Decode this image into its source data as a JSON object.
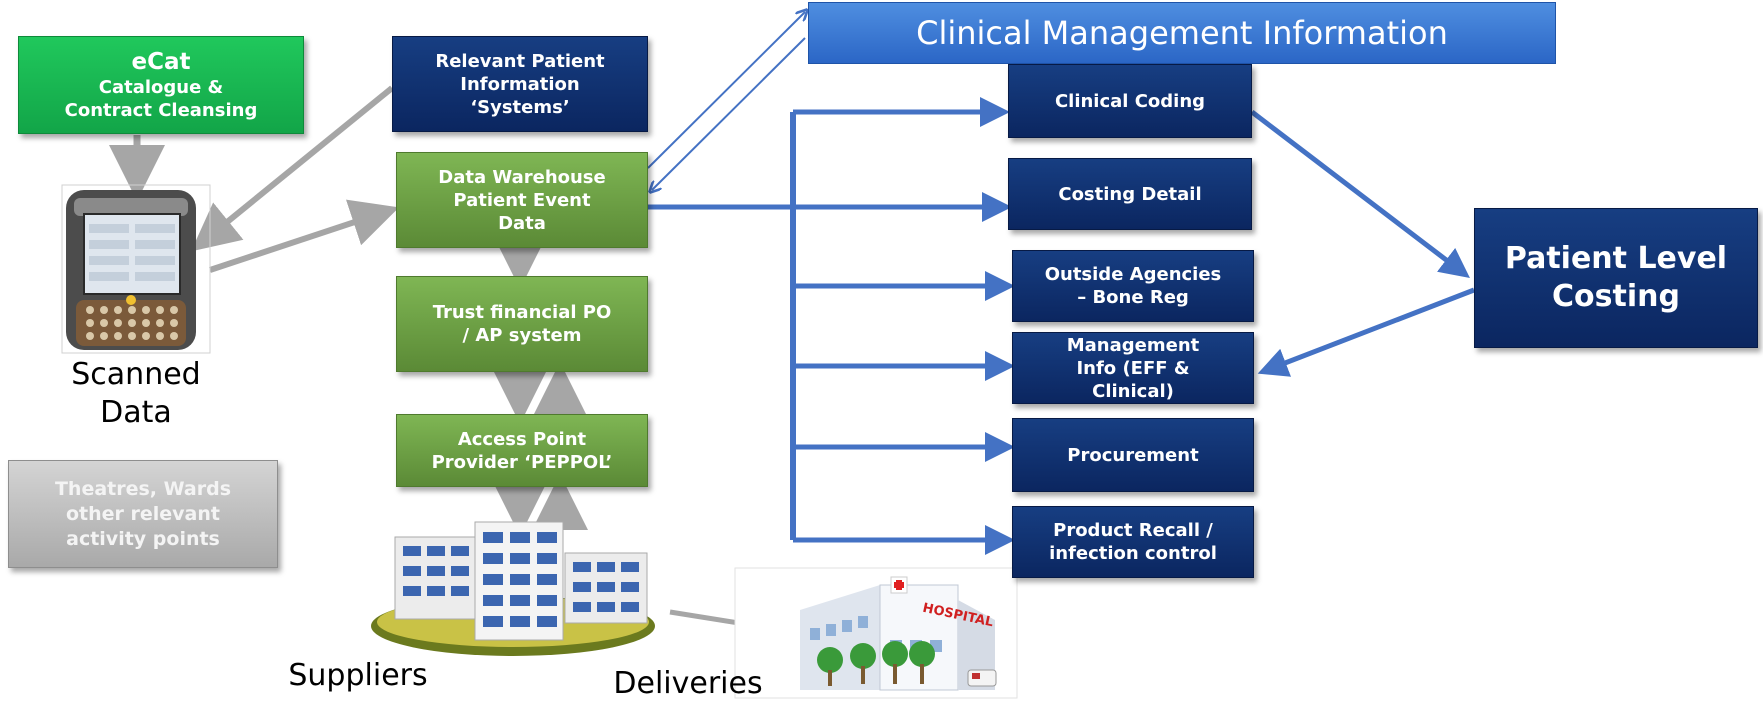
{
  "ecat": {
    "title": "eCat",
    "lines": [
      "Catalogue &",
      "Contract Cleansing"
    ]
  },
  "relevant_patient": {
    "lines": [
      "Relevant Patient",
      "Information",
      "‘Systems’"
    ]
  },
  "data_warehouse": {
    "lines": [
      "Data Warehouse",
      "Patient Event",
      "Data"
    ]
  },
  "trust_financial": {
    "lines": [
      "Trust financial PO",
      "/ AP system"
    ]
  },
  "access_point": {
    "lines": [
      "Access Point",
      "Provider ‘PEPPOL’"
    ]
  },
  "theatres": {
    "lines": [
      "Theatres, Wards",
      "other relevant",
      "activity points"
    ]
  },
  "scanned_data": {
    "lines": [
      "Scanned",
      "Data"
    ]
  },
  "suppliers_label": "Suppliers",
  "deliveries_label": "Deliveries",
  "hospital_sign": "HOSPITAL",
  "clinical_mgmt_title": "Clinical Management Information",
  "outputs": {
    "clinical_coding": {
      "lines": [
        "Clinical Coding"
      ]
    },
    "costing_detail": {
      "lines": [
        "Costing Detail"
      ]
    },
    "outside_agencies": {
      "lines": [
        "Outside Agencies",
        "– Bone Reg"
      ]
    },
    "management_info": {
      "lines": [
        "Management",
        "Info (EFF &",
        "Clinical)"
      ]
    },
    "procurement": {
      "lines": [
        "Procurement"
      ]
    },
    "product_recall": {
      "lines": [
        "Product Recall /",
        "infection control"
      ]
    }
  },
  "patient_level_costing": {
    "lines": [
      "Patient Level",
      "Costing"
    ]
  },
  "colors": {
    "green": "#14b04e",
    "olive": "#6a9c43",
    "navy": "#0f2f70",
    "blue_arrow": "#4472c4",
    "grey_arrow": "#a6a6a6",
    "banner": "#3a78d4"
  }
}
